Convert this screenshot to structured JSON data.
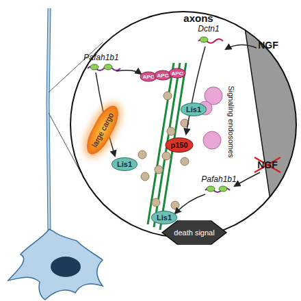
{
  "diagram": {
    "nodes": [
      {
        "text": [
          "APC"
        ]
      },
      {
        "text": [
          "APC"
        ]
      },
      {
        "text": [
          "APC"
        ]
      },
      {
        "text": [
          "Lis1"
        ]
      },
      {
        "text": [
          "large cargo"
        ]
      },
      {
        "text": [
          "Lis1"
        ]
      },
      {
        "text": [
          "p150"
        ]
      },
      {
        "text": [
          "Lis1"
        ]
      },
      {
        "text": [
          "death signal"
        ]
      }
    ],
    "labels": [
      "axons",
      "NGF",
      "Dctn1",
      "Pafah1b1",
      "Signaling endosomes",
      "NGF",
      "Pafah1b1"
    ]
  }
}
